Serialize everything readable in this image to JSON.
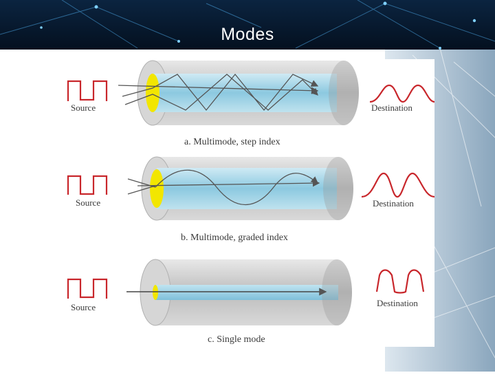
{
  "slide": {
    "title": "Modes"
  },
  "panels": [
    {
      "caption": "a. Multimode, step index",
      "source_label": "Source",
      "destination_label": "Destination"
    },
    {
      "caption": "b. Multimode, graded index",
      "source_label": "Source",
      "destination_label": "Destination"
    },
    {
      "caption": "c. Single mode",
      "source_label": "Source",
      "destination_label": "Destination"
    }
  ],
  "colors": {
    "signal": "#c8262b",
    "light_spot": "#f2e600",
    "core": "#9fd3e6",
    "cladding": "#c9c9c9",
    "header_bg": "#07182b"
  }
}
